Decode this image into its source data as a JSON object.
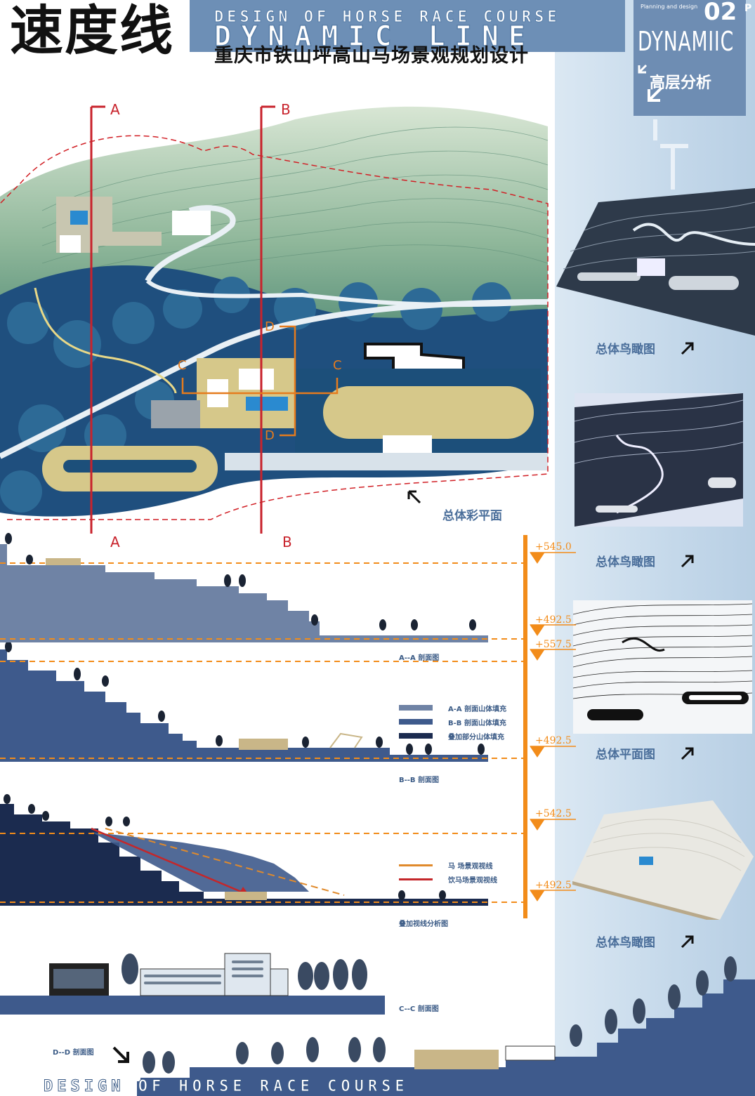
{
  "header": {
    "title_cn": "速度线",
    "title_en_top": "DESIGN OF HORSE RACE COURSE",
    "title_en_big": "DYNAMIC LINE",
    "subtitle_cn": "重庆市铁山坪高山马场景观规划设计"
  },
  "tag": {
    "planning": "Planning and design",
    "page": "02",
    "page_sup": "P",
    "dynamic": "DYNAMIIC",
    "section_cn": "高层分析"
  },
  "plan": {
    "caption": "总体彩平面",
    "cut_labels": {
      "a_top": "A",
      "a_bottom": "A",
      "b_top": "B",
      "b_bottom": "B",
      "c_left": "C",
      "c_right": "C",
      "d_top": "D",
      "d_bottom": "D"
    }
  },
  "right_labels": {
    "aerial_1": "总体鸟瞰图",
    "aerial_2": "总体鸟瞰图",
    "plan_view": "总体平面图",
    "aerial_3": "总体鸟瞰图"
  },
  "elevations": {
    "e1": "+545.0",
    "e2": "+492.5",
    "e3": "+557.5",
    "e4": "+492.5",
    "e5": "+542.5",
    "e6": "+492.5"
  },
  "sections": {
    "aa": "A--A 剖面图",
    "bb": "B--B 剖面图",
    "overlay": "叠加视线分析图",
    "cc": "C--C 剖面图",
    "dd": "D--D 剖面图"
  },
  "legend_fill": [
    {
      "label": "A-A 剖面山体填充",
      "color": "#6f83a5"
    },
    {
      "label": "B-B 剖面山体填充",
      "color": "#3e5a8c"
    },
    {
      "label": "叠加部分山体填充",
      "color": "#1b2b4f"
    }
  ],
  "legend_lines": [
    {
      "label": "马  场景观视线",
      "color": "#e08a2c"
    },
    {
      "label": "饮马场景观视线",
      "color": "#c4272a"
    }
  ],
  "footer": {
    "title_en": "DESIGN OF HORSE RACE COURSE"
  }
}
